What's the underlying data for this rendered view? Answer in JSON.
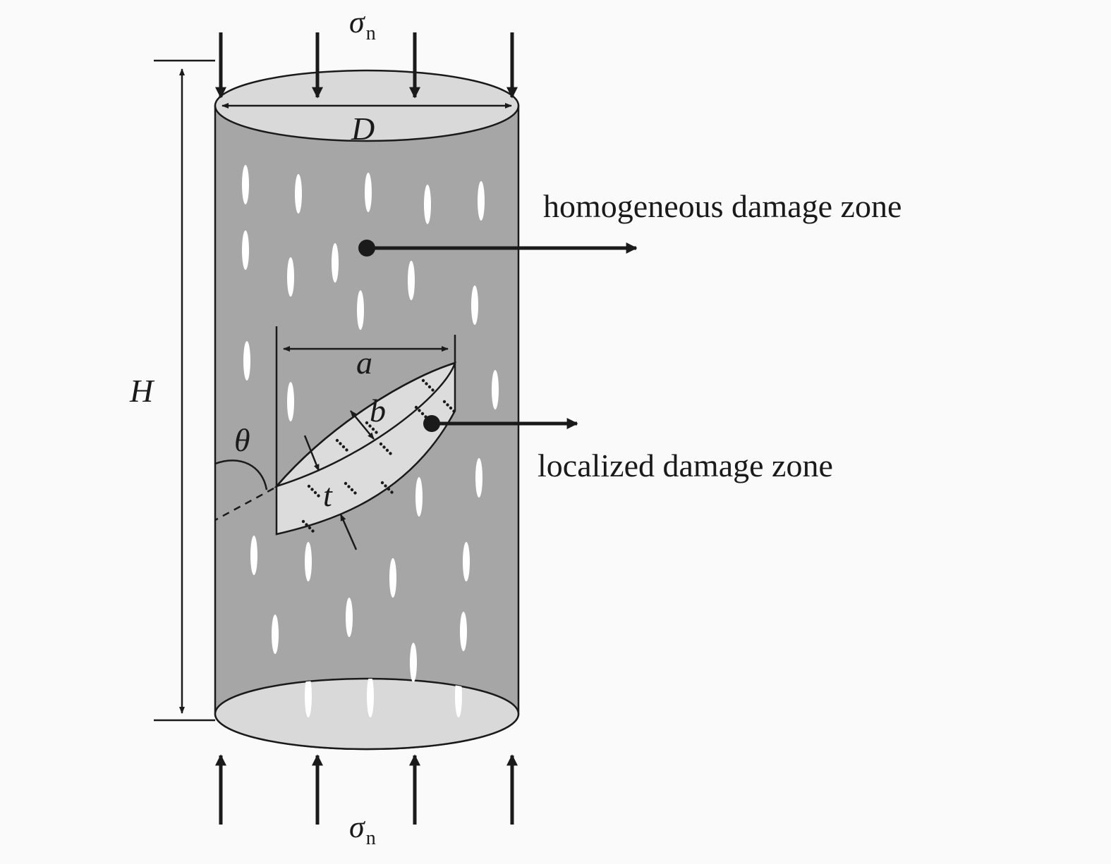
{
  "labels": {
    "sigma_top": "σ",
    "sigma_top_sub": "n",
    "sigma_bottom": "σ",
    "sigma_bottom_sub": "n",
    "diameter": "D",
    "height": "H",
    "angle": "θ",
    "length": "a",
    "width": "b",
    "thickness": "t",
    "homogeneous": "homogeneous damage zone",
    "localized": "localized damage zone"
  },
  "colors": {
    "cylinder_body": "#a6a6a6",
    "end_faces": "#d9d9d9",
    "fracture_band": "#dcdcdc",
    "stroke": "#1a1a1a",
    "crack_marks": "#ffffff",
    "background": "#fafafa"
  }
}
